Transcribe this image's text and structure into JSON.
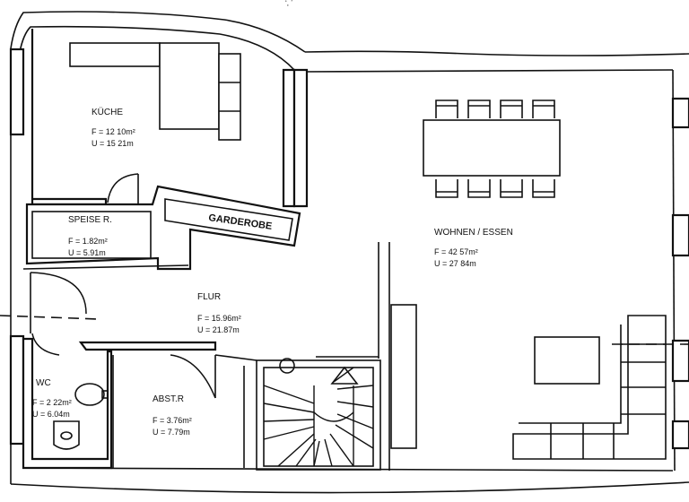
{
  "plan": {
    "rooms": [
      {
        "id": "kueche",
        "name": "KÜCHE",
        "area": "F = 12 10m²",
        "perimeter": "U = 15 21m"
      },
      {
        "id": "speise",
        "name": "SPEISE R.",
        "area": "F = 1.82m²",
        "perimeter": "U = 5.91m"
      },
      {
        "id": "garderobe",
        "name": "GARDEROBE"
      },
      {
        "id": "wohnen",
        "name": "WOHNEN / ESSEN",
        "area": "F = 42 57m²",
        "perimeter": "U = 27 84m"
      },
      {
        "id": "flur",
        "name": "FLUR",
        "area": "F = 15.96m²",
        "perimeter": "U = 21.87m"
      },
      {
        "id": "wc",
        "name": "WC",
        "area": "F = 2 22m²",
        "perimeter": "U = 6.04m"
      },
      {
        "id": "abstr",
        "name": "ABST.R",
        "area": "F = 3.76m²",
        "perimeter": "U = 7.79m"
      }
    ],
    "top_mark": "ʻ, ʼ"
  }
}
